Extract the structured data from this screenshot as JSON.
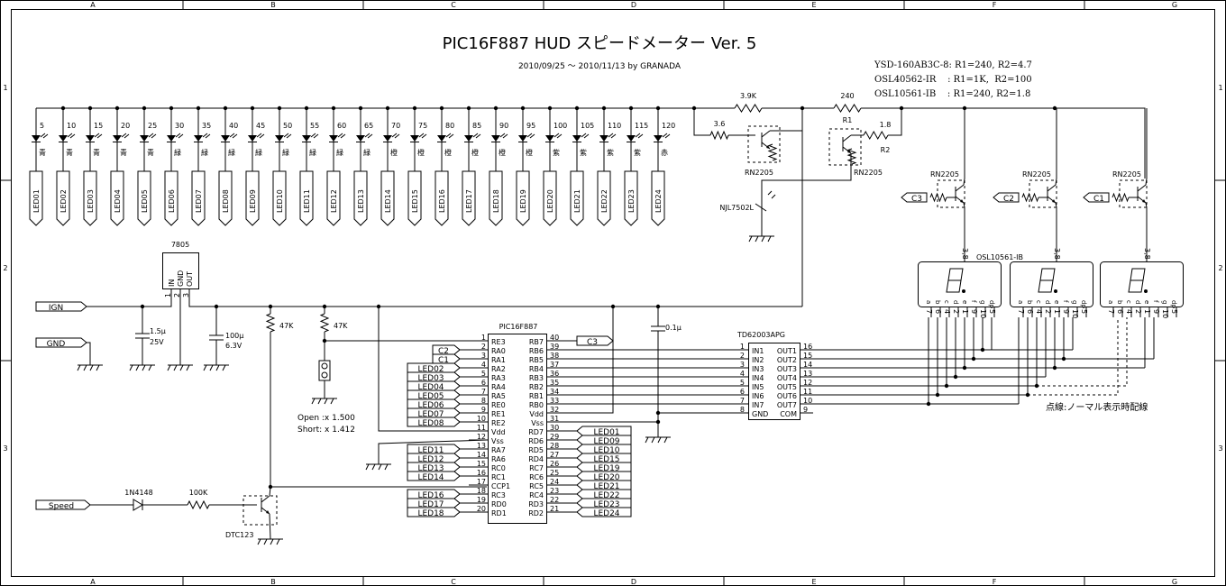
{
  "title": "PIC16F887  HUD スピードメーター Ver. 5",
  "subtitle": "2010/09/25 ～ 2010/11/13 by GRANADA",
  "notes": [
    "YSD-160AB3C-8: R1=240, R2=4.7",
    "OSL40562-IR    : R1=1K,  R2=100",
    "OSL10561-IB    : R1=240, R2=1.8"
  ],
  "border": {
    "columns": [
      "A",
      "B",
      "C",
      "D",
      "E",
      "F",
      "G"
    ],
    "rows": [
      "1",
      "2",
      "3"
    ]
  },
  "leds": {
    "speeds": [
      "5",
      "10",
      "15",
      "20",
      "25",
      "30",
      "35",
      "40",
      "45",
      "50",
      "55",
      "60",
      "65",
      "70",
      "75",
      "80",
      "85",
      "90",
      "95",
      "100",
      "105",
      "110",
      "115",
      "120"
    ],
    "colors": [
      "青",
      "青",
      "青",
      "青",
      "青",
      "緑",
      "緑",
      "緑",
      "緑",
      "緑",
      "緑",
      "緑",
      "緑",
      "橙",
      "橙",
      "橙",
      "橙",
      "橙",
      "橙",
      "紫",
      "紫",
      "紫",
      "紫",
      "赤"
    ],
    "labels": [
      "LED01",
      "LED02",
      "LED03",
      "LED04",
      "LED05",
      "LED06",
      "LED07",
      "LED08",
      "LED09",
      "LED10",
      "LED11",
      "LED12",
      "LED13",
      "LED14",
      "LED15",
      "LED16",
      "LED17",
      "LED18",
      "LED19",
      "LED20",
      "LED21",
      "LED22",
      "LED23",
      "LED24"
    ]
  },
  "components": {
    "r_3k9": "3.9K",
    "r_240": "240",
    "r1_label": "R1",
    "r_3k6": "3.6",
    "r_1k8": "1.8",
    "r2_label": "R2",
    "rn2205": "RN2205",
    "phototransistor": "NJL7502L",
    "regulator": "7805",
    "regulator_pins": [
      "IN",
      "GND",
      "OUT"
    ],
    "regulator_pin_nums": [
      "1",
      "2",
      "3"
    ],
    "c1_value": "1.5µ",
    "c1_voltage": "25V",
    "c2_value": "100µ",
    "c2_voltage": "6.3V",
    "c3_value": "0.1µ",
    "r_47k_a": "47K",
    "r_47k_b": "47K",
    "jumper_open": "Open :x 1.500",
    "jumper_short": "Short: x 1.412",
    "diode": "1N4148",
    "r_100k": "100K",
    "transistor_in": "DTC123",
    "net_ign": "IGN",
    "net_gnd": "GND",
    "net_speed": "Speed",
    "display_model": "OSL10561-IB",
    "dotted_note": "点線:ノーマル表示時配線"
  },
  "pic": {
    "name": "PIC16F887",
    "left_pins": [
      {
        "num": "1",
        "name": "RE3",
        "net": ""
      },
      {
        "num": "2",
        "name": "RA0",
        "net": "C2"
      },
      {
        "num": "3",
        "name": "RA1",
        "net": "C1"
      },
      {
        "num": "4",
        "name": "RA2",
        "net": "LED02"
      },
      {
        "num": "5",
        "name": "RA3",
        "net": "LED03"
      },
      {
        "num": "6",
        "name": "RA4",
        "net": "LED04"
      },
      {
        "num": "7",
        "name": "RA5",
        "net": "LED05"
      },
      {
        "num": "8",
        "name": "RE0",
        "net": "LED06"
      },
      {
        "num": "9",
        "name": "RE1",
        "net": "LED07"
      },
      {
        "num": "10",
        "name": "RE2",
        "net": "LED08"
      },
      {
        "num": "11",
        "name": "Vdd",
        "net": ""
      },
      {
        "num": "12",
        "name": "Vss",
        "net": ""
      },
      {
        "num": "13",
        "name": "RA7",
        "net": "LED11"
      },
      {
        "num": "14",
        "name": "RA6",
        "net": "LED12"
      },
      {
        "num": "15",
        "name": "RC0",
        "net": "LED13"
      },
      {
        "num": "16",
        "name": "RC1",
        "net": "LED14"
      },
      {
        "num": "17",
        "name": "CCP1",
        "net": ""
      },
      {
        "num": "18",
        "name": "RC3",
        "net": "LED16"
      },
      {
        "num": "19",
        "name": "RD0",
        "net": "LED17"
      },
      {
        "num": "20",
        "name": "RD1",
        "net": "LED18"
      }
    ],
    "right_pins": [
      {
        "num": "40",
        "name": "RB7",
        "net": "C3"
      },
      {
        "num": "39",
        "name": "RB6",
        "net": ""
      },
      {
        "num": "38",
        "name": "RB5",
        "net": ""
      },
      {
        "num": "37",
        "name": "RB4",
        "net": ""
      },
      {
        "num": "36",
        "name": "RB3",
        "net": ""
      },
      {
        "num": "35",
        "name": "RB2",
        "net": ""
      },
      {
        "num": "34",
        "name": "RB1",
        "net": ""
      },
      {
        "num": "33",
        "name": "RB0",
        "net": ""
      },
      {
        "num": "32",
        "name": "Vdd",
        "net": ""
      },
      {
        "num": "31",
        "name": "Vss",
        "net": ""
      },
      {
        "num": "30",
        "name": "RD7",
        "net": "LED01"
      },
      {
        "num": "29",
        "name": "RD6",
        "net": "LED09"
      },
      {
        "num": "28",
        "name": "RD5",
        "net": "LED10"
      },
      {
        "num": "27",
        "name": "RD4",
        "net": "LED15"
      },
      {
        "num": "26",
        "name": "RC7",
        "net": "LED19"
      },
      {
        "num": "25",
        "name": "RC6",
        "net": "LED20"
      },
      {
        "num": "24",
        "name": "RC5",
        "net": "LED21"
      },
      {
        "num": "23",
        "name": "RC4",
        "net": "LED22"
      },
      {
        "num": "22",
        "name": "RD3",
        "net": "LED23"
      },
      {
        "num": "21",
        "name": "RD2",
        "net": "LED24"
      }
    ]
  },
  "driver": {
    "name": "TD62003APG",
    "left_pins": [
      {
        "num": "1",
        "name": "IN1"
      },
      {
        "num": "2",
        "name": "IN2"
      },
      {
        "num": "3",
        "name": "IN3"
      },
      {
        "num": "4",
        "name": "IN4"
      },
      {
        "num": "5",
        "name": "IN5"
      },
      {
        "num": "6",
        "name": "IN6"
      },
      {
        "num": "7",
        "name": "IN7"
      },
      {
        "num": "8",
        "name": "GND"
      }
    ],
    "right_pins": [
      {
        "num": "16",
        "name": "OUT1"
      },
      {
        "num": "15",
        "name": "OUT2"
      },
      {
        "num": "14",
        "name": "OUT3"
      },
      {
        "num": "13",
        "name": "OUT4"
      },
      {
        "num": "12",
        "name": "OUT5"
      },
      {
        "num": "11",
        "name": "OUT6"
      },
      {
        "num": "10",
        "name": "OUT7"
      },
      {
        "num": "9",
        "name": "COM"
      }
    ]
  },
  "displays": {
    "count_labels": [
      "C3",
      "C2",
      "C1"
    ],
    "segments": [
      "a",
      "b",
      "c",
      "d",
      "e",
      "f",
      "g",
      "dp"
    ],
    "pins": [
      "7",
      "6",
      "4",
      "2",
      "1",
      "9",
      "10",
      "5"
    ],
    "common_pin": "3,8"
  }
}
